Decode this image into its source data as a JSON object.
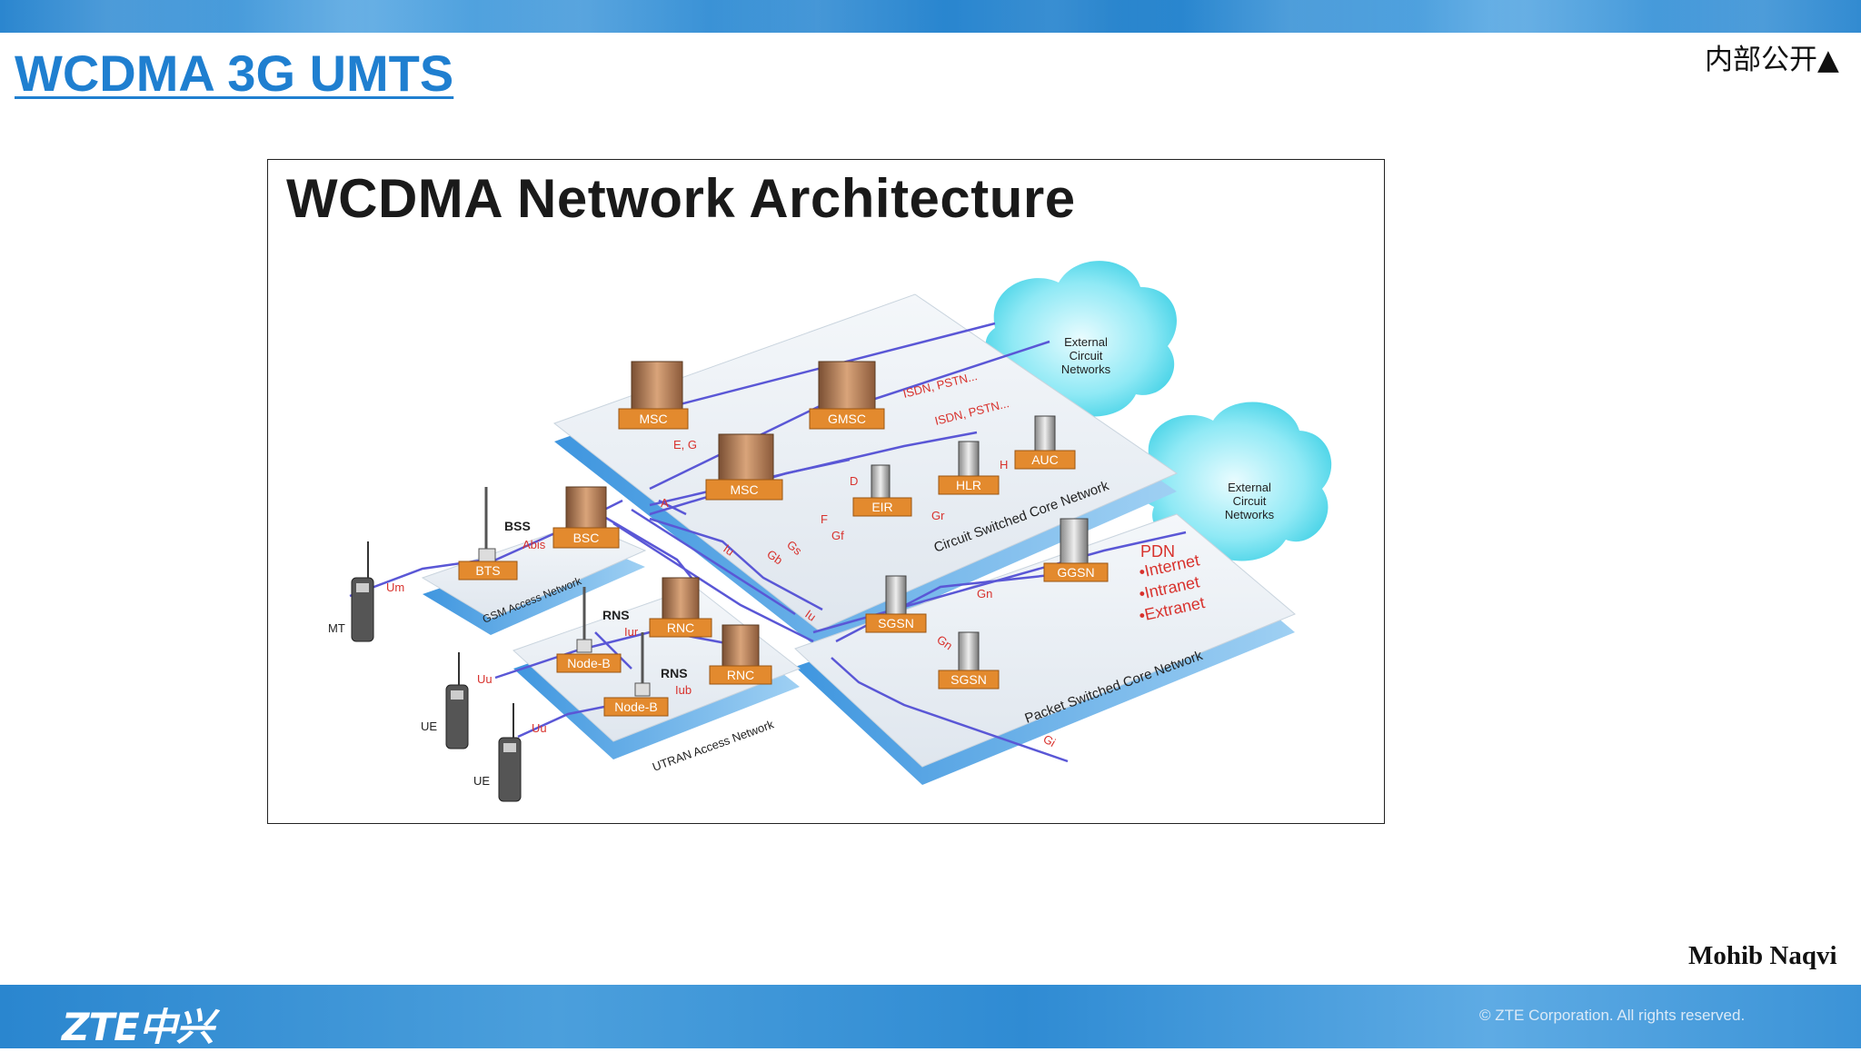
{
  "slide": {
    "title": "WCDMA 3G UMTS",
    "classification": "内部公开▲",
    "author": "Mohib Naqvi"
  },
  "footer": {
    "logo": "ZTE中兴",
    "copyright": "© ZTE Corporation. All rights reserved."
  },
  "diagram": {
    "title": "WCDMA Network Architecture",
    "nodes": {
      "msc_top": "MSC",
      "gmsc": "GMSC",
      "msc_center": "MSC",
      "eir": "EIR",
      "hlr": "HLR",
      "auc": "AUC",
      "bsc": "BSC",
      "bts": "BTS",
      "rnc1": "RNC",
      "rnc2": "RNC",
      "nodeb1": "Node-B",
      "nodeb2": "Node-B",
      "sgsn1": "SGSN",
      "sgsn2": "SGSN",
      "ggsn": "GGSN"
    },
    "labels": {
      "bss": "BSS",
      "rns1": "RNS",
      "rns2": "RNS",
      "mt": "MT",
      "ue1": "UE",
      "ue2": "UE"
    },
    "platforms": {
      "circuit_core": "Circuit Switched Core Network",
      "packet_core": "Packet Switched Core Network",
      "gsm_access": "GSM Access Network",
      "utran_access": "UTRAN Access Network"
    },
    "clouds": {
      "external_circuit_1": [
        "External",
        "Circuit",
        "Networks"
      ],
      "external_circuit_2": [
        "External",
        "Circuit",
        "Networks"
      ]
    },
    "interfaces": {
      "isdn1": "ISDN, PSTN...",
      "isdn2": "ISDN, PSTN...",
      "e_g": "E, G",
      "a": "A",
      "abis": "Abis",
      "um": "Um",
      "iu1": "Iu",
      "iu2": "Iu",
      "gb": "Gb",
      "d": "D",
      "f": "F",
      "gf": "Gf",
      "gr": "Gr",
      "h": "H",
      "gn": "Gn",
      "gn2": "Gn",
      "gi": "Gi",
      "gs": "Gs",
      "iur": "Iur",
      "iub": "Iub",
      "uu1": "Uu",
      "uu2": "Uu"
    },
    "pdn": [
      "PDN",
      "•Internet",
      "•Intranet",
      "•Extranet"
    ]
  }
}
